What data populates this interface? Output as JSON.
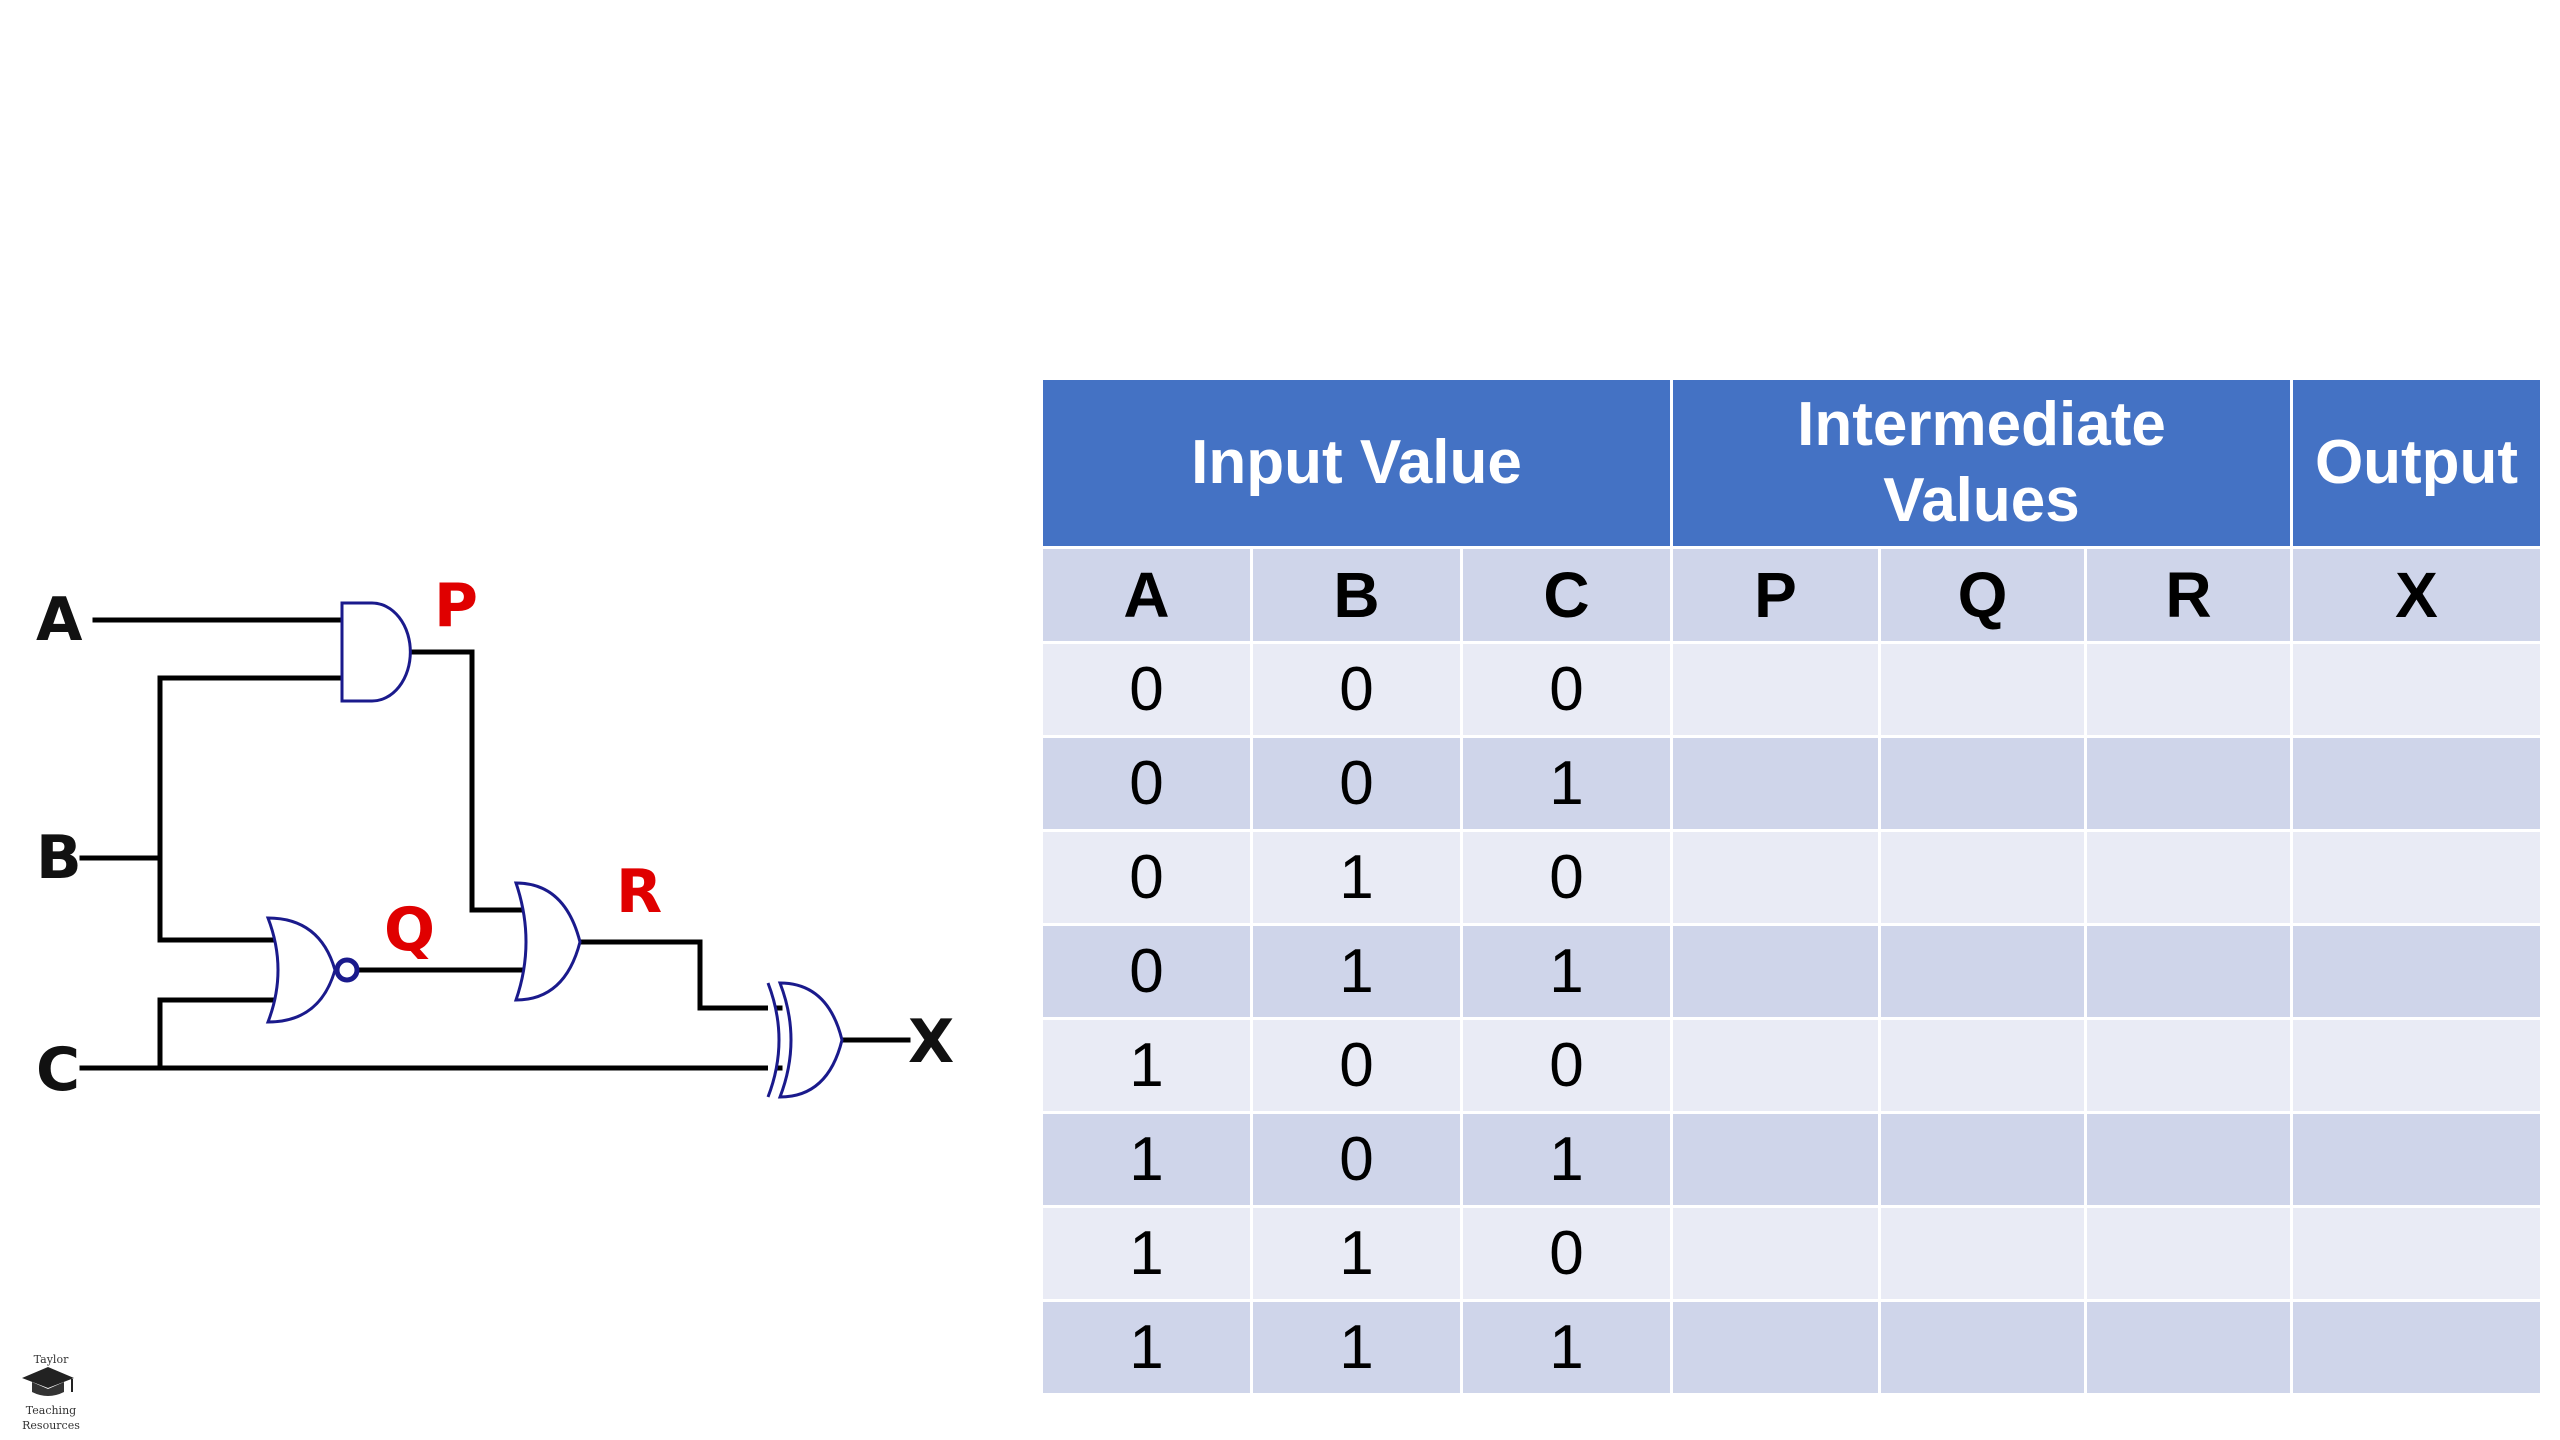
{
  "circuit": {
    "inputs": [
      "A",
      "B",
      "C"
    ],
    "intermediate": [
      "P",
      "Q",
      "R"
    ],
    "output": "X",
    "gates": [
      {
        "label": "P",
        "type": "and-icon"
      },
      {
        "label": "Q",
        "type": "nor-icon"
      },
      {
        "label": "R",
        "type": "or-icon"
      },
      {
        "label": "X",
        "type": "xor-icon"
      }
    ],
    "colors": {
      "wire": "#000000",
      "gate": "#1a1a8c",
      "intermediate_label": "#e00000"
    }
  },
  "table": {
    "groups": [
      {
        "label_line1": "Input Value",
        "label_line2": ""
      },
      {
        "label_line1": "Intermediate",
        "label_line2": "Values"
      },
      {
        "label_line1": "Output",
        "label_line2": ""
      }
    ],
    "columns": [
      "A",
      "B",
      "C",
      "P",
      "Q",
      "R",
      "X"
    ],
    "rows": [
      [
        "0",
        "0",
        "0",
        "",
        "",
        "",
        ""
      ],
      [
        "0",
        "0",
        "1",
        "",
        "",
        "",
        ""
      ],
      [
        "0",
        "1",
        "0",
        "",
        "",
        "",
        ""
      ],
      [
        "0",
        "1",
        "1",
        "",
        "",
        "",
        ""
      ],
      [
        "1",
        "0",
        "0",
        "",
        "",
        "",
        ""
      ],
      [
        "1",
        "0",
        "1",
        "",
        "",
        "",
        ""
      ],
      [
        "1",
        "1",
        "0",
        "",
        "",
        "",
        ""
      ],
      [
        "1",
        "1",
        "1",
        "",
        "",
        "",
        ""
      ]
    ],
    "colors": {
      "header": "#4472c4",
      "row_light": "#e9ebf5",
      "row_dark": "#cfd5ea"
    }
  },
  "logo": {
    "line1": "Taylor",
    "line2": "Teaching",
    "line3": "Resources",
    "icon": "graduation-cap-icon"
  }
}
